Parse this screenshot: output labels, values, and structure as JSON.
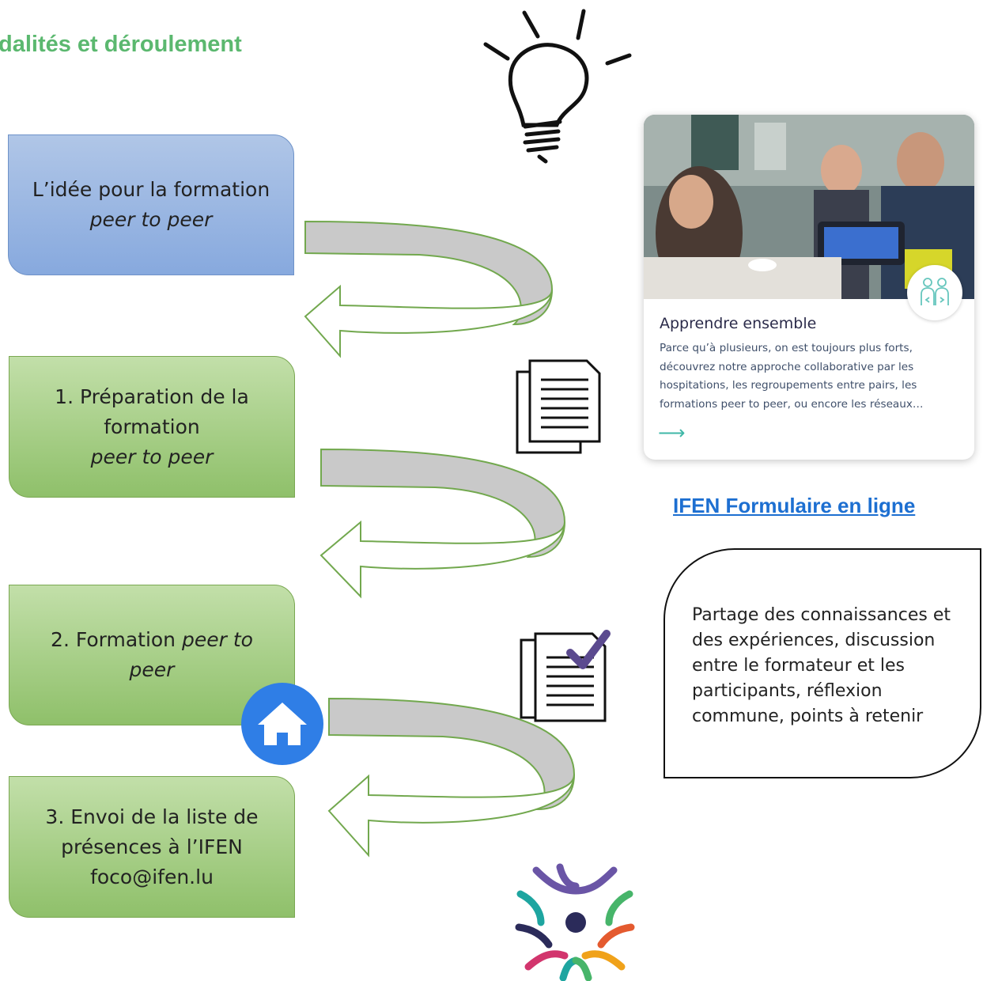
{
  "title": "dalités et déroulement",
  "steps": [
    {
      "text": "L’idée pour la formation",
      "italic": "peer to peer"
    },
    {
      "text": "1. Préparation de la formation",
      "italic": "peer to peer"
    },
    {
      "text": "2. Formation",
      "italic": "peer to peer"
    },
    {
      "line1": "3. Envoi de la liste de",
      "line2": "présences à l’IFEN",
      "line3": "foco@ifen.lu"
    }
  ],
  "card": {
    "title": "Apprendre ensemble",
    "text": "Parce qu’à plusieurs, on est toujours plus forts, découvrez notre approche collaborative par les hospitations, les regroupements entre pairs, les formations peer to peer, ou encore les réseaux…",
    "arrow": "⟶",
    "badge_icon": "peers-icon"
  },
  "link": "IFEN Formulaire en ligne",
  "note": "Partage des connaissances et des expériences, discussion entre le formateur et les participants, réflexion commune, points à retenir",
  "icons": [
    "lightbulb-icon",
    "document-icon",
    "checklist-icon",
    "home-icon",
    "ifen-logo"
  ],
  "colors": {
    "title": "#5bb86f",
    "step_blue": "#9bb8e3",
    "step_green": "#a9d08e",
    "link": "#1d6fd1",
    "home": "#2f7ee6"
  }
}
